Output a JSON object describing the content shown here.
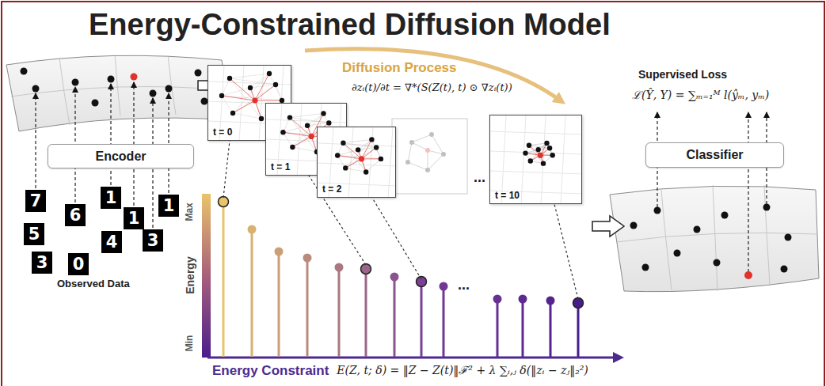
{
  "diagram": {
    "title": "Energy-Constrained Diffusion Model",
    "nodes": [
      {
        "text": [
          "Encoder"
        ]
      },
      {
        "text": [
          "t = 0"
        ]
      },
      {
        "text": [
          "t = 1"
        ]
      },
      {
        "text": [
          "t = 2"
        ]
      },
      {
        "text": [
          "t = 10"
        ]
      },
      {
        "text": [
          "Classifier"
        ]
      }
    ],
    "labels": [
      "Observed Data",
      "7",
      "5",
      "6",
      "1",
      "3",
      "0",
      "4",
      "1",
      "1",
      "3",
      "Diffusion Process",
      "∂zᵢ(t)/∂t = ∇*(S(Z(t), t) ⊙ ∇zᵢ(t))",
      "Max",
      "Energy",
      "Min",
      "...",
      "...",
      "Energy Constraint",
      "E(Z, t; δ) = ‖Z − Z(t)‖ℱ² + λ ∑ᵢ,ⱼ δ(‖zᵢ − zⱼ‖₂²)",
      "Supervised Loss",
      "ℒ(Ŷ, Y) = ∑ₘ₌₁ᴹ l(ŷₘ, yₘ)"
    ]
  }
}
